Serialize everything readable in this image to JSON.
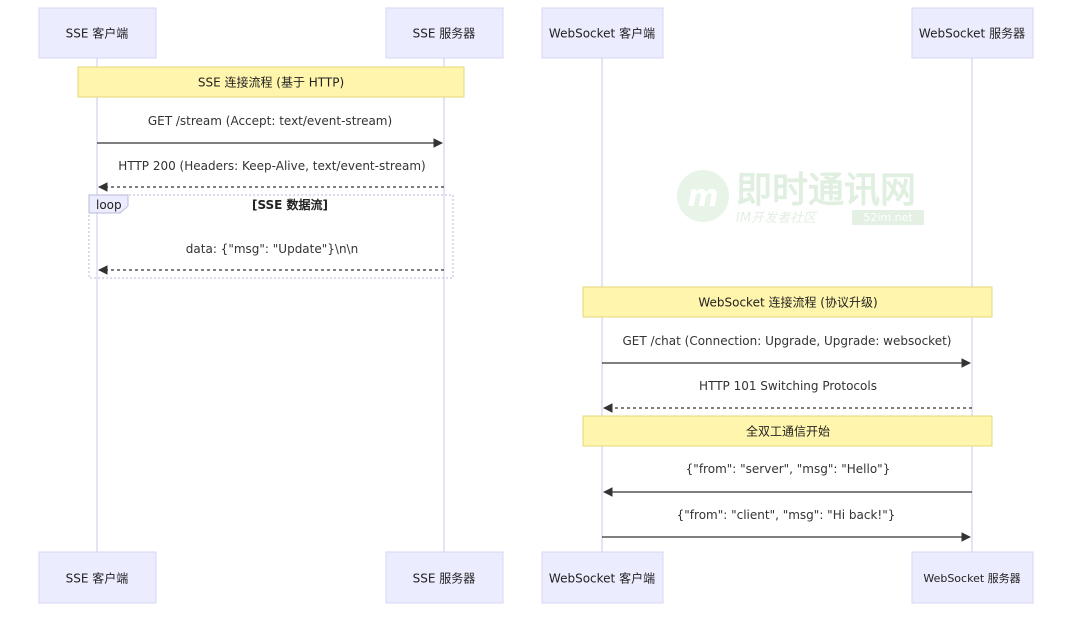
{
  "actors": {
    "sse_client": "SSE 客户端",
    "sse_server": "SSE 服务器",
    "ws_client": "WebSocket 客户端",
    "ws_server": "WebSocket 服务器"
  },
  "sse": {
    "note": "SSE 连接流程 (基于 HTTP)",
    "messages": [
      "GET /stream (Accept: text/event-stream)",
      "HTTP 200 (Headers: Keep-Alive, text/event-stream)",
      "data: {\"msg\": \"Update\"}\\n\\n"
    ],
    "loop": {
      "label": "loop",
      "condition": "[SSE 数据流]"
    }
  },
  "websocket": {
    "note_connect": "WebSocket 连接流程 (协议升级)",
    "note_duplex": "全双工通信开始",
    "messages": [
      "GET /chat (Connection: Upgrade, Upgrade: websocket)",
      "HTTP 101 Switching Protocols",
      "{\"from\": \"server\", \"msg\": \"Hello\"}",
      "{\"from\": \"client\", \"msg\": \"Hi back!\"}"
    ]
  },
  "watermark": {
    "logo": "m",
    "title": "即时通讯网",
    "subtitle": "IM开发者社区",
    "site": "52im.net"
  },
  "colors": {
    "actor_fill": "#ececff",
    "note_fill": "#fff5ad",
    "lifeline": "#d2d2f0",
    "arrow": "#333333"
  }
}
